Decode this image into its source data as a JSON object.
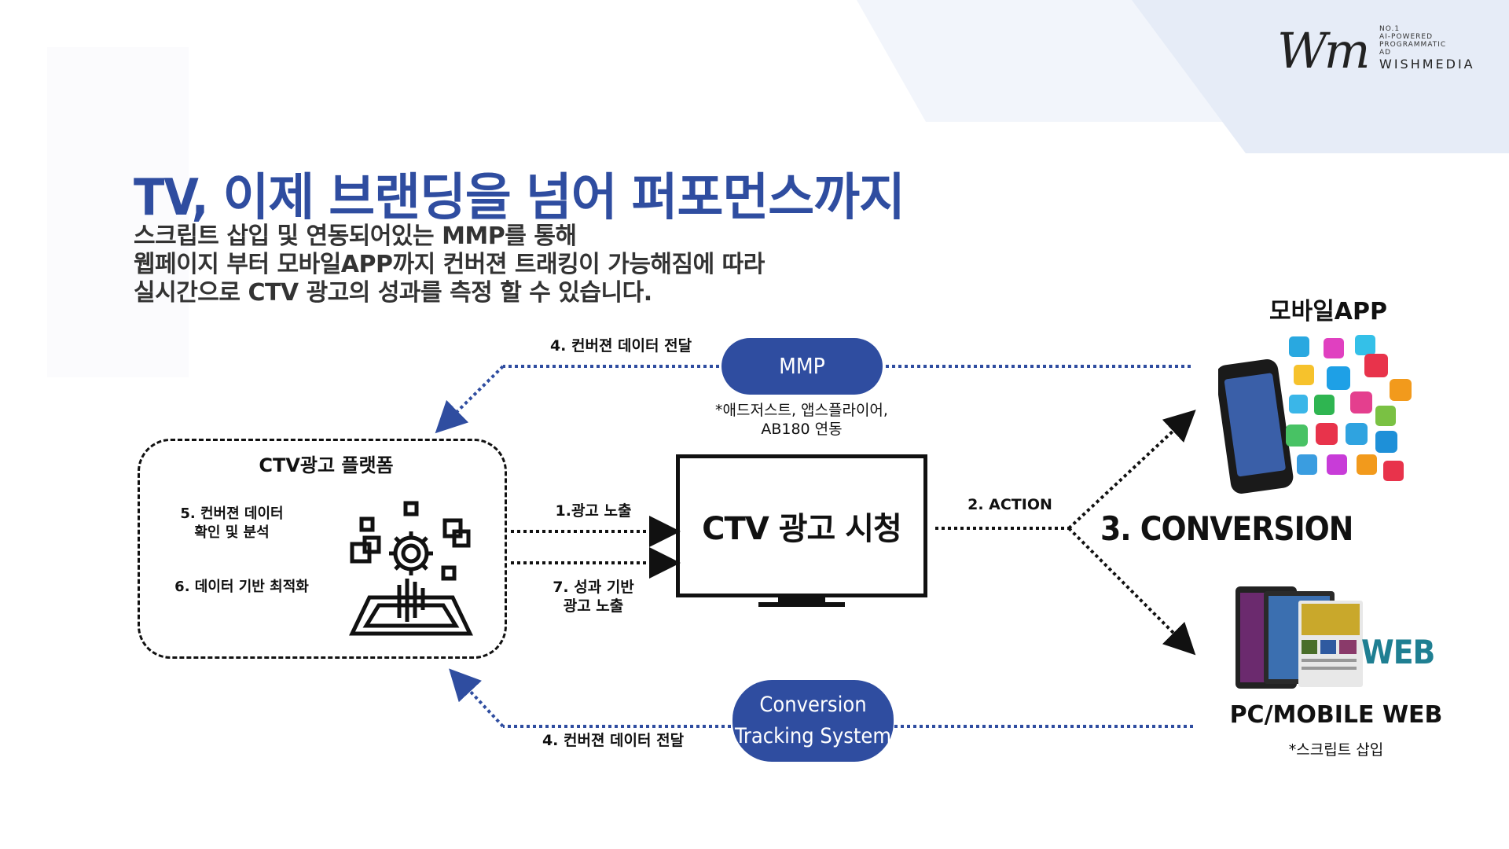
{
  "header": {
    "title": "TV, 이제 브랜딩을 넘어 퍼포먼스까지",
    "subtitle_lines": [
      "스크립트 삽입 및 연동되어있는 MMP를 통해",
      "웹페이지 부터 모바일APP까지 컨버젼 트래킹이 가능해짐에 따라",
      "실시간으로 CTV 광고의 성과를 측정 할 수 있습니다."
    ]
  },
  "logo": {
    "mark": "Wm",
    "tagline": [
      "NO.1",
      "AI-POWERED",
      "PROGRAMMATIC",
      "AD"
    ],
    "name": "WISHMEDIA"
  },
  "platform": {
    "title": "CTV광고 플랫폼",
    "item1_line1": "5. 컨버젼 데이터",
    "item1_line2": "확인 및 분석",
    "item2": "6. 데이터 기반 최적화",
    "icon": "platform-gear-icon"
  },
  "mmp": {
    "label": "MMP",
    "note_line1": "*애드저스트, 앱스플라이어,",
    "note_line2": "AB180 연동",
    "arrow_label": "4. 컨버젼 데이터 전달"
  },
  "tracking": {
    "label_line1": "Conversion",
    "label_line2": "Tracking System",
    "arrow_label": "4. 컨버젼 데이터 전달"
  },
  "tv": {
    "label": "CTV 광고 시청",
    "arrow_in_label": "1.광고 노출",
    "arrow_back_label_line1": "7. 성과 기반",
    "arrow_back_label_line2": "광고 노출"
  },
  "action": {
    "label": "2. ACTION",
    "conversion": "3. CONVERSION"
  },
  "mobile_app": {
    "title": "모바일APP",
    "icon": "smartphone-apps-icon"
  },
  "web": {
    "word": "WEB",
    "title": "PC/MOBILE WEB",
    "note": "*스크립트 삽입",
    "icon": "web-screens-icon"
  },
  "colors": {
    "accent": "#2f4da0",
    "web": "#1f7f92"
  }
}
